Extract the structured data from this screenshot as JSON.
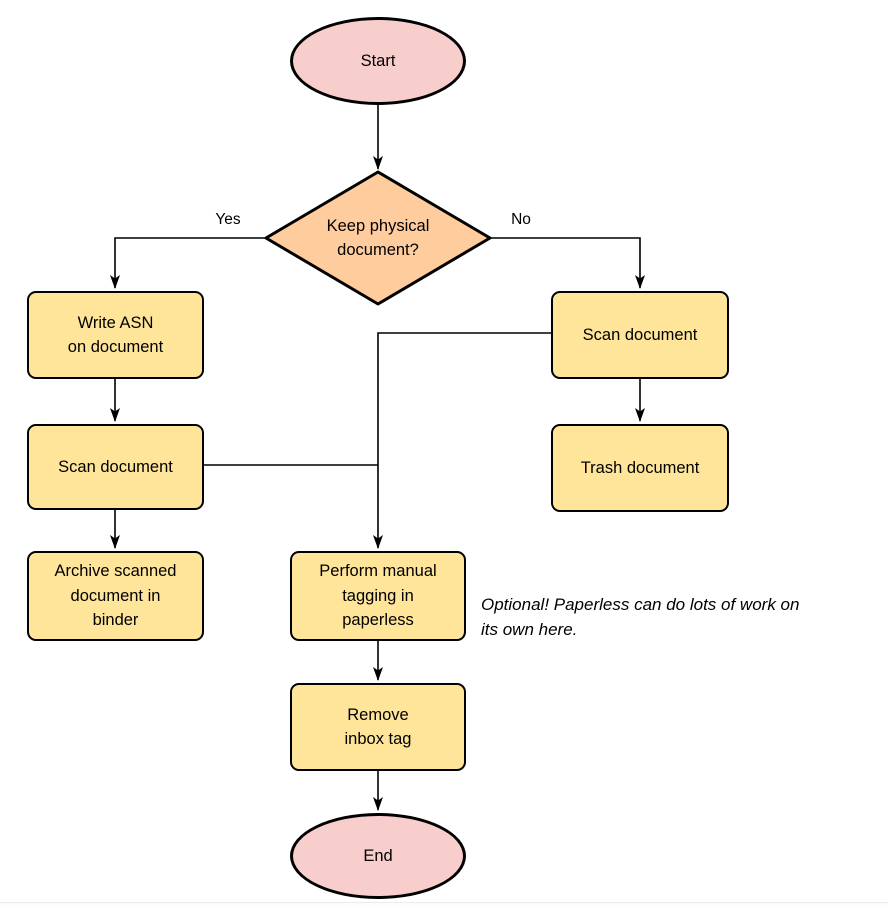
{
  "colors": {
    "terminator_fill": "#F8CECC",
    "decision_fill": "#FFCC9E",
    "process_fill": "#FFE599",
    "stroke": "#000000"
  },
  "flowchart": {
    "start": "Start",
    "decision": "Keep physical\ndocument?",
    "edge_labels": {
      "yes": "Yes",
      "no": "No"
    },
    "write_asn": "Write ASN\non document",
    "scan_left": "Scan document",
    "archive": "Archive scanned\ndocument in\nbinder",
    "scan_right": "Scan document",
    "trash": "Trash document",
    "tagging": "Perform manual\ntagging in\npaperless",
    "remove_inbox": "Remove\ninbox tag",
    "end": "End",
    "note": "Optional! Paperless can do lots of work on\nits own here."
  }
}
